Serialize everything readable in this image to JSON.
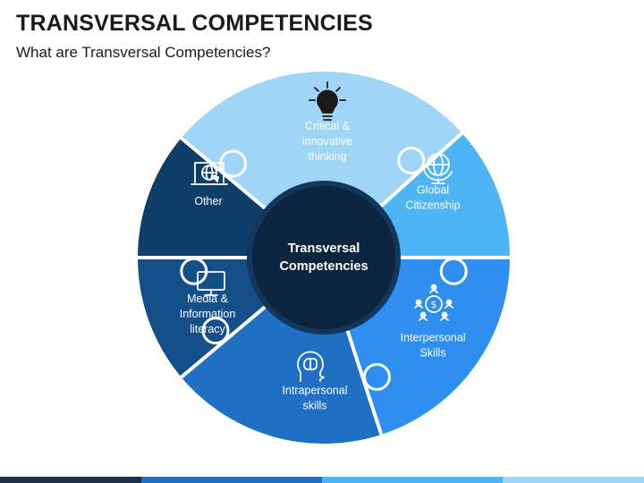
{
  "header": {
    "title": "TRANSVERSAL COMPETENCIES",
    "subtitle": "What are Transversal Competencies?"
  },
  "center": {
    "line1": "Transversal",
    "line2": "Competencies"
  },
  "segments": [
    {
      "id": "critical",
      "lines": [
        "Critical &",
        "innovative",
        "thinking"
      ],
      "icon": "lightbulb-icon",
      "color": "#9fd5f7",
      "text_color": "#1a1a1a"
    },
    {
      "id": "global",
      "lines": [
        "Global",
        "Citizenship"
      ],
      "icon": "globe-icon",
      "color": "#4db4f5",
      "text_color": "#ffffff"
    },
    {
      "id": "interpersonal",
      "lines": [
        "Interpersonal",
        "Skills"
      ],
      "icon": "people-network-icon",
      "color": "#2f8ff0",
      "text_color": "#ffffff"
    },
    {
      "id": "intrapersonal",
      "lines": [
        "Intrapersonal",
        "skills"
      ],
      "icon": "brain-head-icon",
      "color": "#1f6fc4",
      "text_color": "#ffffff"
    },
    {
      "id": "media",
      "lines": [
        "Media &",
        "Information",
        "literacy"
      ],
      "icon": "monitor-icon",
      "color": "#154f8a",
      "text_color": "#ffffff"
    },
    {
      "id": "other",
      "lines": [
        "Other"
      ],
      "icon": "web-browser-icon",
      "color": "#0e3e6a",
      "text_color": "#ffffff"
    }
  ],
  "colors": {
    "hub": "#0b2440",
    "hub_ring": "#13375c",
    "separator": "#ffffff"
  },
  "footer_bar_colors": [
    "#1c2e4a",
    "#1f6fc4",
    "#4db4f5",
    "#9fd5f7"
  ]
}
